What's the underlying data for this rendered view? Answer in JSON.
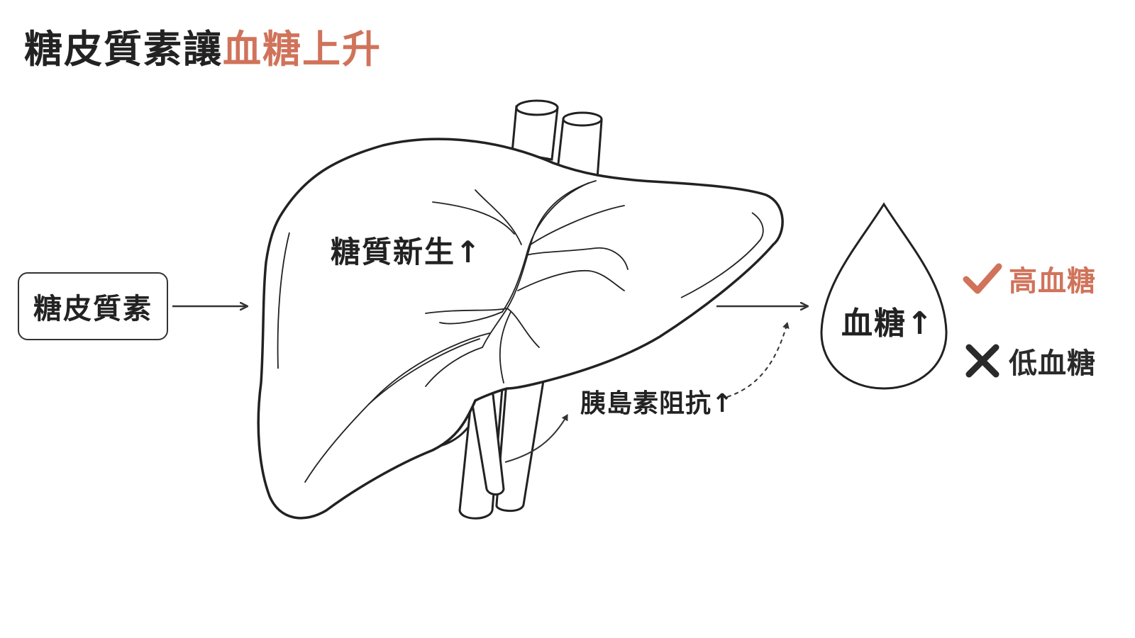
{
  "title": {
    "part1": "糖皮質素讓",
    "part2": "血糖上升"
  },
  "nodes": {
    "cortisol": "糖皮質素",
    "gluconeogenesis": "糖質新生↑",
    "insulin_resistance": "胰島素阻抗↑",
    "blood_sugar": "血糖↑"
  },
  "legend": {
    "high": "高血糖",
    "low": "低血糖"
  },
  "colors": {
    "accent": "#d0735a",
    "ink": "#2a2a2a"
  },
  "icons": {
    "high": "check-icon",
    "low": "cross-icon"
  }
}
